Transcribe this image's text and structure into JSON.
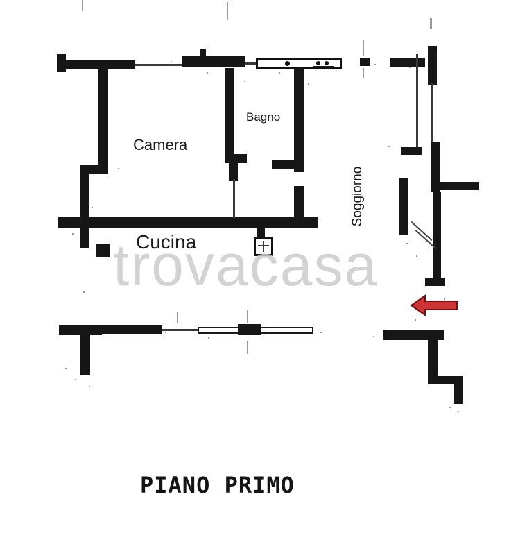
{
  "floorplan": {
    "title": "PIANO PRIMO",
    "watermark": "trovacasa",
    "rooms": {
      "camera": "Camera",
      "bagno": "Bagno",
      "cucina": "Cucina",
      "soggiorno": "Soggiorno"
    },
    "colors": {
      "wall": "#161616",
      "thin_line": "#3a3a3a",
      "arrow_fill": "#cf3333",
      "arrow_outline": "#6e1111",
      "watermark": "#cccccc"
    }
  }
}
